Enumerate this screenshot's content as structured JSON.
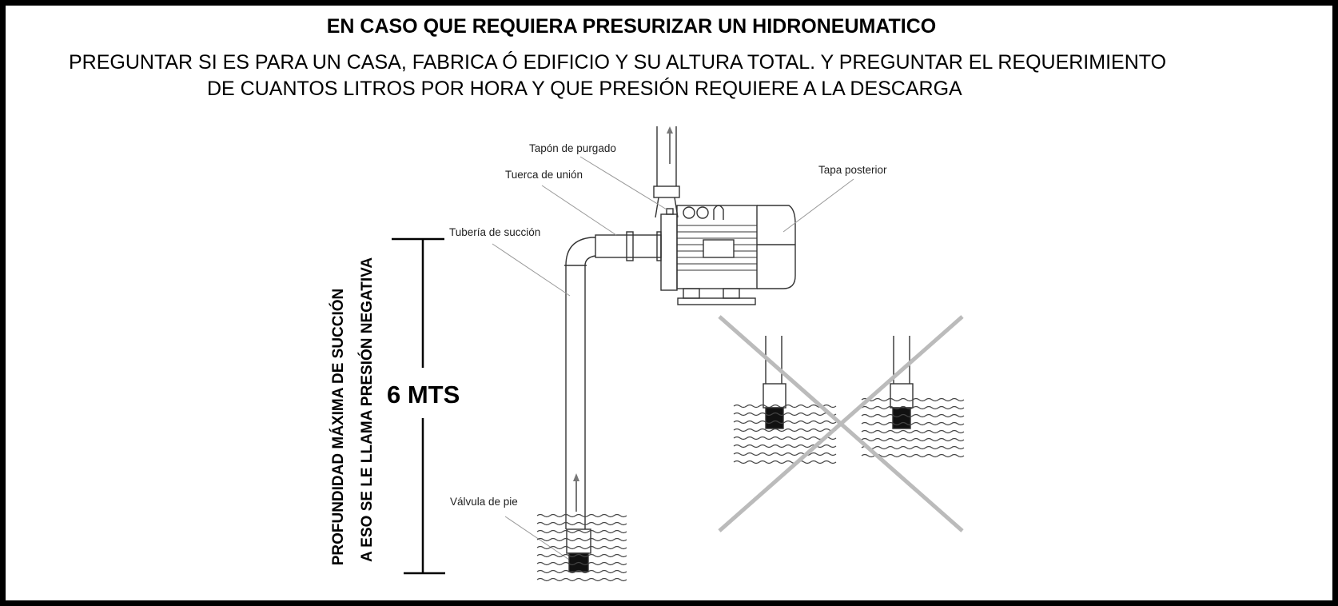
{
  "header": {
    "title": "EN CASO QUE REQUIERA PRESURIZAR UN HIDRONEUMATICO",
    "line1": "PREGUNTAR SI ES PARA UN CASA, FABRICA Ó EDIFICIO Y SU ALTURA TOTAL. Y PREGUNTAR EL REQUERIMIENTO",
    "line2": "DE CUANTOS LITROS POR HORA Y QUE PRESIÓN REQUIERE A LA DESCARGA"
  },
  "labels": {
    "purge_plug": "Tapón de purgado",
    "union_nut": "Tuerca de unión",
    "rear_cover": "Tapa posterior",
    "suction_pipe": "Tubería de succión",
    "foot_valve": "Válvula de pie"
  },
  "dimension": {
    "value": "6 MTS",
    "caption1": "PROFUNDIDAD MÁXIMA DE SUCCIÓN",
    "caption2": "A ESO SE LE LLAMA PRESIÓN NEGATIVA"
  }
}
